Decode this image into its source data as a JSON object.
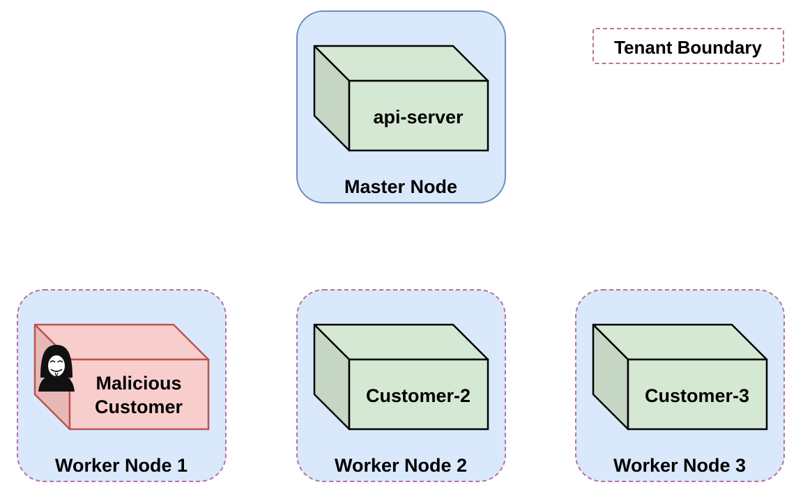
{
  "legend": {
    "label": "Tenant Boundary"
  },
  "master_node": {
    "label": "Master Node",
    "component": "api-server"
  },
  "workers": [
    {
      "label": "Worker Node 1",
      "customer_line1": "Malicious",
      "customer_line2": "Customer",
      "malicious": true,
      "icon": "hacker-icon"
    },
    {
      "label": "Worker Node 2",
      "customer": "Customer-2",
      "malicious": false
    },
    {
      "label": "Worker Node 3",
      "customer": "Customer-3",
      "malicious": false
    }
  ],
  "colors": {
    "node_fill": "#dae8fc",
    "master_border": "#6c8ebf",
    "tenant_border": "#b5739d",
    "box_front": "#d5e8d4",
    "box_side": "#c5d6c4",
    "malicious_front": "#f8cecc",
    "malicious_side": "#e8b8b7",
    "malicious_border": "#b85450"
  }
}
